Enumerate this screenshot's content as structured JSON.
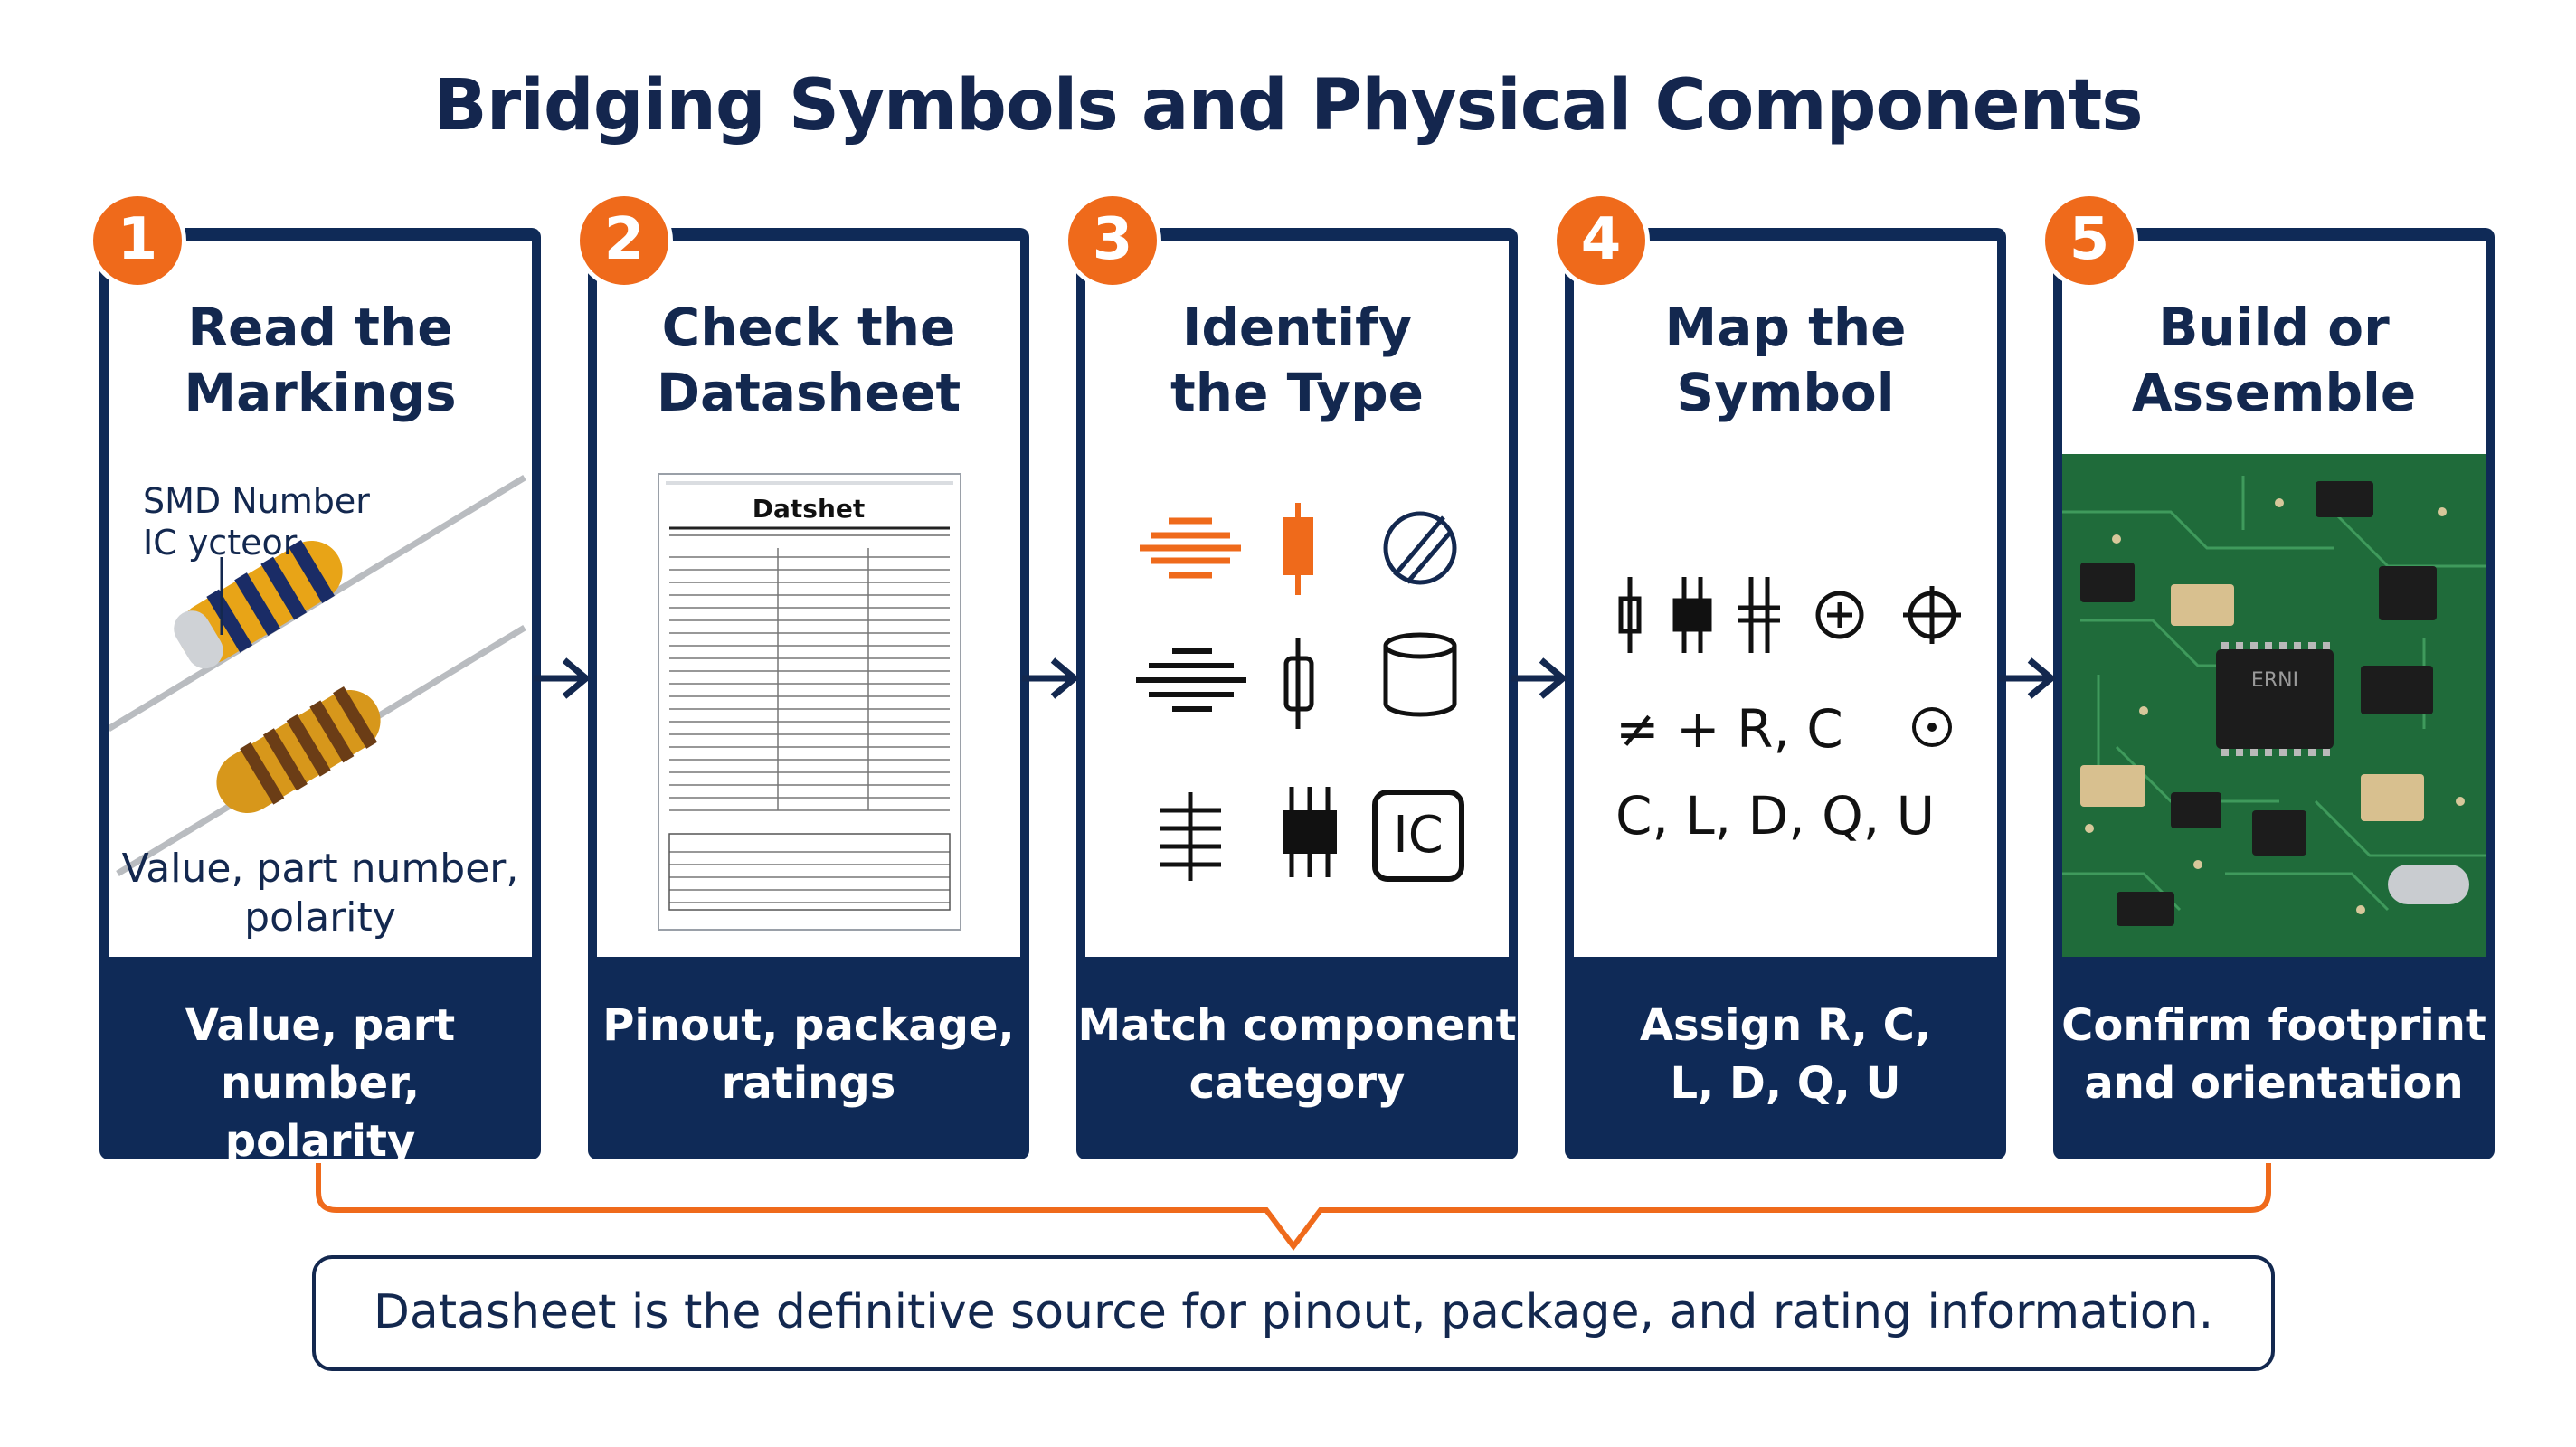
{
  "title": "Bridging Symbols and Physical Components",
  "steps": [
    {
      "number": "1",
      "heading_line1": "Read the",
      "heading_line2": "Markings",
      "footer_line1": "Value, part number,",
      "footer_line2": "polarity"
    },
    {
      "number": "2",
      "heading_line1": "Check the",
      "heading_line2": "Datasheet",
      "footer_line1": "Pinout, package,",
      "footer_line2": "ratings"
    },
    {
      "number": "3",
      "heading_line1": "Identify",
      "heading_line2": "the Type",
      "footer_line1": "Match component",
      "footer_line2": "category"
    },
    {
      "number": "4",
      "heading_line1": "Map the",
      "heading_line2": "Symbol",
      "footer_line1": "Assign R, C,",
      "footer_line2": "L, D, Q, U"
    },
    {
      "number": "5",
      "heading_line1": "Build or",
      "heading_line2": "Assemble",
      "footer_line1": "Confirm footprint",
      "footer_line2": "and orientation"
    }
  ],
  "step1_labels": {
    "smd_line1": "SMD Number",
    "smd_line2": "IC  ycteor",
    "caption_line1": "Value, part number,",
    "caption_line2": "polarity"
  },
  "step2_doc": {
    "heading": "Datshet"
  },
  "step3_ic_label": "IC",
  "step4_rows": {
    "row2": "≠  +  R,  C",
    "row3": "C,  L,  D,  Q,  U"
  },
  "step5_chip_label": "ERNI",
  "note": "Datasheet is the definitive source for pinout, package, and rating information.",
  "colors": {
    "navy": "#0f2a57",
    "orange": "#ef6a1b",
    "pcb_green": "#1f6b3a"
  }
}
